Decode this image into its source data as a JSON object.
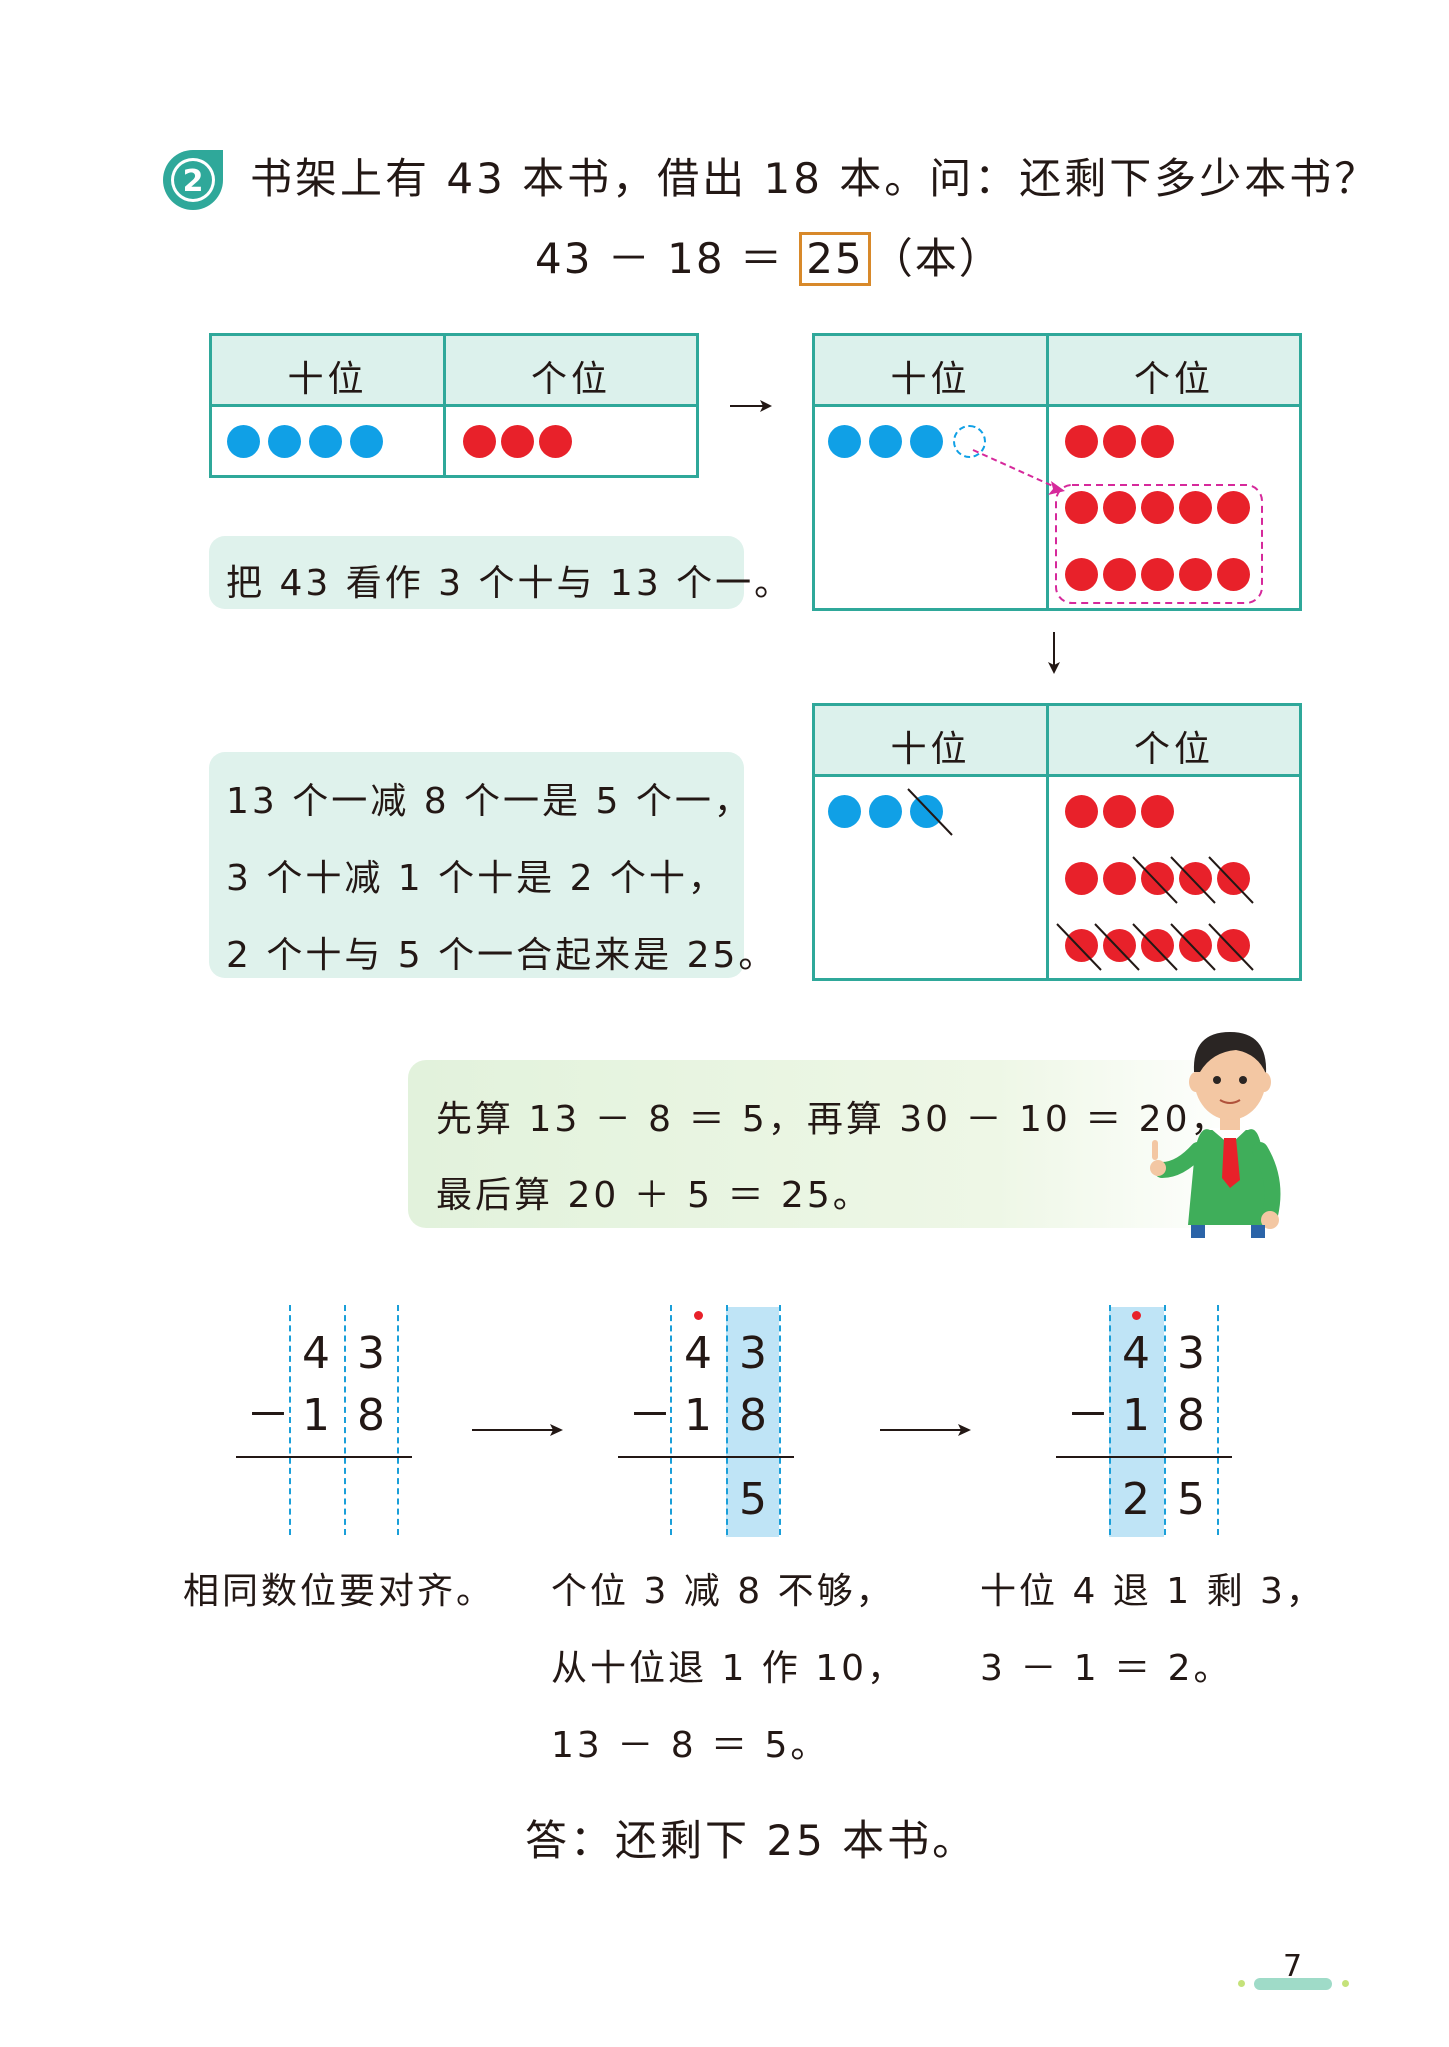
{
  "problem": {
    "number": "2",
    "text": "书架上有 43 本书，借出 18 本。问：还剩下多少本书？",
    "equation_left": "43 － 18 ＝ ",
    "equation_answer": "25",
    "equation_unit": "（本）"
  },
  "table_headers": {
    "tens": "十位",
    "ones": "个位"
  },
  "tables": [
    {
      "tens_blue": 4,
      "ones_red": 3
    },
    {
      "tens_blue": 3,
      "tens_borrowed": 1,
      "ones_red": 3,
      "ones_added": 10
    },
    {
      "tens_blue": 3,
      "tens_crossed": 1,
      "ones_red": 13,
      "ones_crossed": 8
    }
  ],
  "note1": "把 43 看作 3 个十与 13 个一。",
  "note2": {
    "line1": "13 个一减 8 个一是 5 个一，",
    "line2": "3 个十减 1 个十是 2 个十，",
    "line3": "2 个十与 5 个一合起来是 25。"
  },
  "hint": {
    "line1": "先算 13 － 8 ＝ 5，再算 30 － 10 ＝ 20，",
    "line2": "最后算 20 ＋ 5 ＝ 25。"
  },
  "vertical": {
    "minus": "－",
    "top": [
      "4",
      "3"
    ],
    "bottom": [
      "1",
      "8"
    ],
    "step2_result": "5",
    "step3_result": [
      "2",
      "5"
    ]
  },
  "explanations": {
    "step1": "相同数位要对齐。",
    "step2": {
      "line1": "个位 3 减 8 不够，",
      "line2": "从十位退 1 作 10，",
      "line3": "13 － 8 ＝ 5。"
    },
    "step3": {
      "line1": "十位 4 退 1 剩 3，",
      "line2": "3 － 1 ＝ 2。"
    }
  },
  "answer": "答：还剩下 25 本书。",
  "page_number": "7",
  "colors": {
    "teal": "#2fa89a",
    "blue_dot": "#10a0e6",
    "red_dot": "#e8212a",
    "highlight": "#bfe4f6"
  }
}
